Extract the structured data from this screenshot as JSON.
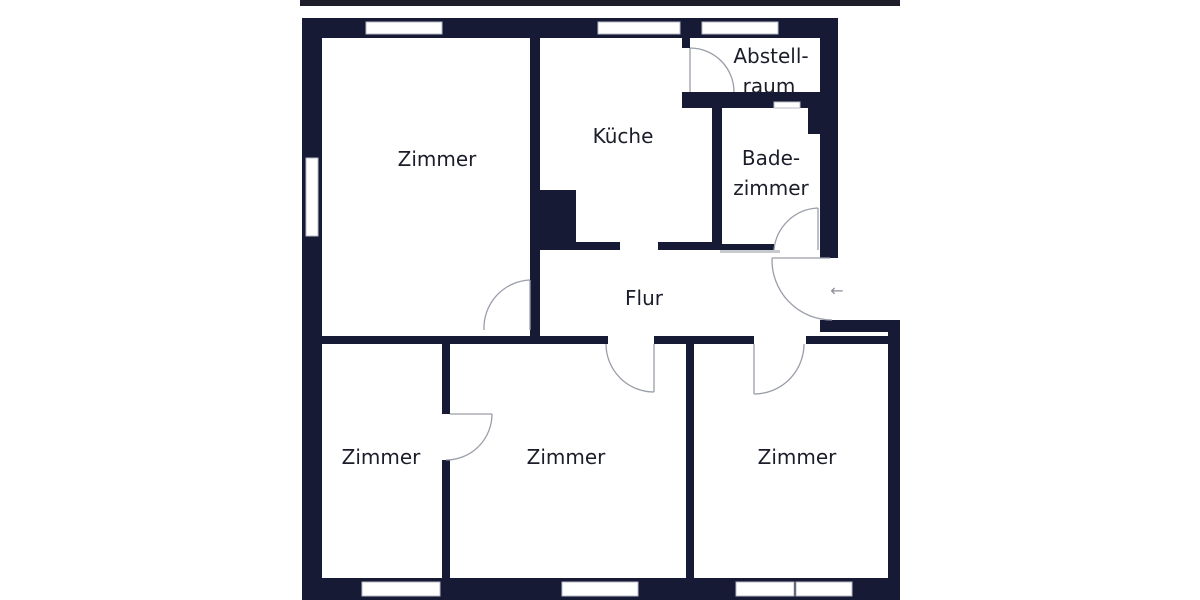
{
  "colors": {
    "wall": "#161a35",
    "background": "#ffffff",
    "window_frame": "#b8bbc4",
    "door_line": "#9a9ea8",
    "label": "#1b1d2a",
    "arrow": "#8c8f98"
  },
  "rooms": {
    "zimmer_top_left": "Zimmer",
    "kueche": "Küche",
    "abstellraum_line1": "Abstell-",
    "abstellraum_line2": "raum",
    "badezimmer_line1": "Bade-",
    "badezimmer_line2": "zimmer",
    "flur": "Flur",
    "zimmer_bottom_left": "Zimmer",
    "zimmer_bottom_middle": "Zimmer",
    "zimmer_bottom_right": "Zimmer"
  },
  "entrance": {
    "arrow_icon": "arrow-left-icon",
    "glyph": "←"
  }
}
